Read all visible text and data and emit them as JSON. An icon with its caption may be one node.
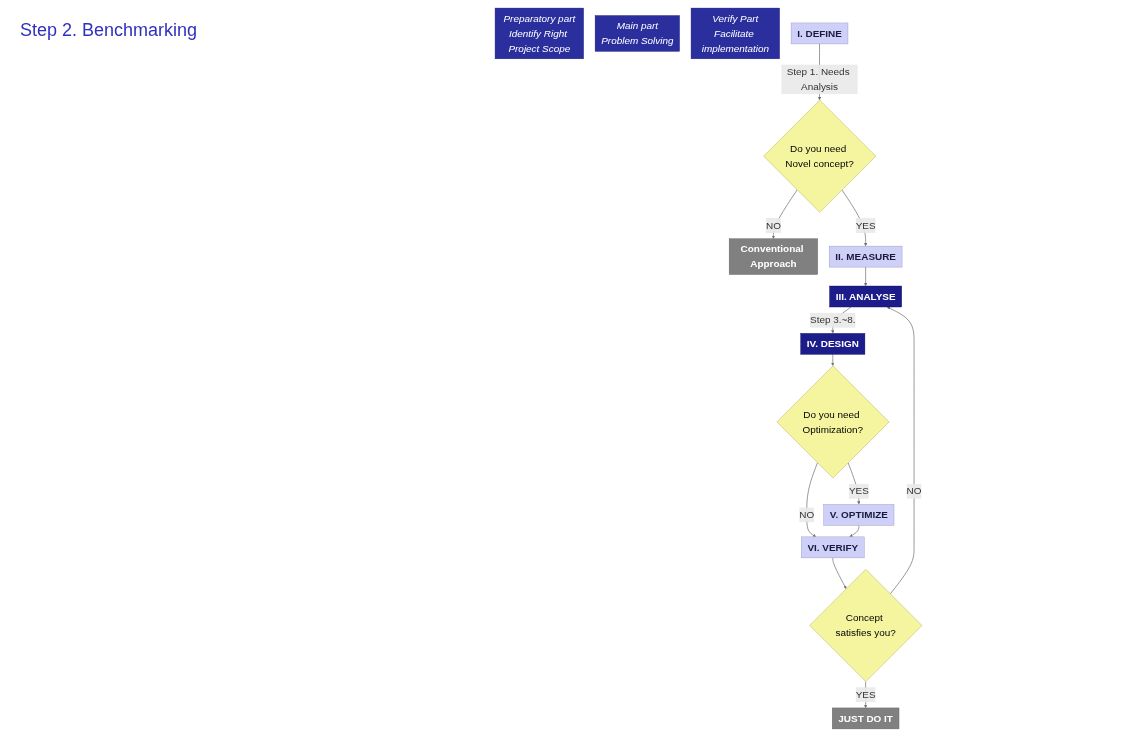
{
  "diagram": {
    "nodes": [
      {
        "text": [
          "Conventional Approach"
        ]
      },
      {
        "text": [
          "JUST DO IT"
        ]
      },
      {
        "text": [
          "Preparatory part",
          "Identify Right Project Scope"
        ]
      },
      {
        "text": [
          "Main part",
          "Problem Solving"
        ]
      },
      {
        "text": [
          "Verify Part",
          "Facilitate implementation"
        ]
      },
      {
        "text": [
          "I. DEFINE"
        ]
      },
      {
        "text": [
          "Do you need Novel concept?"
        ]
      },
      {
        "text": [
          "II. MEASURE"
        ]
      },
      {
        "text": [
          "III. ANALYSE"
        ]
      },
      {
        "text": [
          "IV. DESIGN"
        ]
      },
      {
        "text": [
          "Do you need Optimization?"
        ]
      },
      {
        "text": [
          "Concept satisfies you?"
        ]
      },
      {
        "text": [
          "VI. VERIFY"
        ]
      },
      {
        "text": [
          "V. OPTIMIZE"
        ]
      }
    ],
    "edges": [
      {
        "from": 5,
        "to": 6,
        "arrow": "to",
        "label": "Step 1. Needs Analysis"
      },
      {
        "from": 6,
        "to": 0,
        "arrow": "to",
        "label": "NO"
      },
      {
        "from": 6,
        "to": 7,
        "arrow": "to",
        "label": "YES"
      },
      {
        "from": 7,
        "to": 8,
        "arrow": "to"
      },
      {
        "from": 8,
        "to": 9,
        "arrow": "to",
        "label": "Step 3.~8."
      },
      {
        "from": 9,
        "to": 10,
        "arrow": "to"
      },
      {
        "from": 10,
        "to": 12,
        "arrow": "to",
        "label": "NO"
      },
      {
        "from": 10,
        "to": 13,
        "arrow": "to",
        "label": "YES"
      },
      {
        "from": 13,
        "to": 12,
        "arrow": "to"
      },
      {
        "from": 12,
        "to": 11,
        "arrow": "to"
      },
      {
        "from": 11,
        "to": 8,
        "arrow": "to",
        "label": "NO"
      },
      {
        "from": 11,
        "to": 1,
        "arrow": "to",
        "label": "YES"
      }
    ],
    "labels": [
      "Step 2. Benchmarking"
    ]
  }
}
